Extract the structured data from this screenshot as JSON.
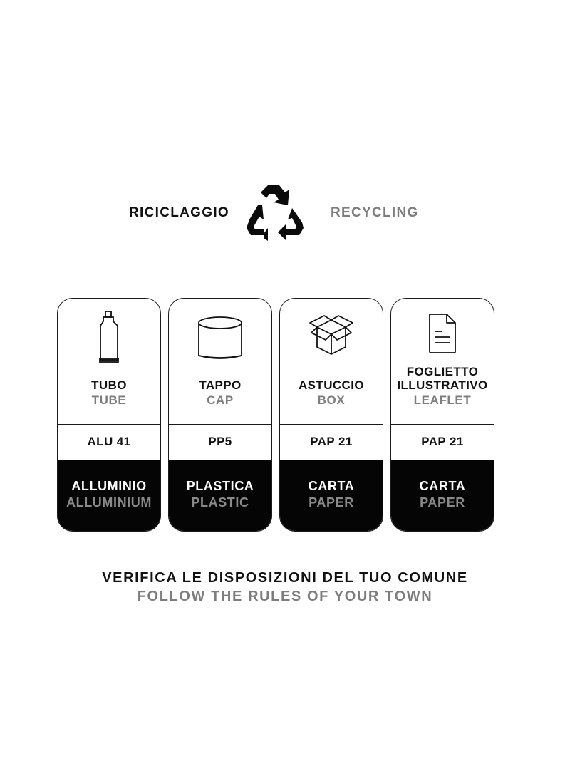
{
  "header": {
    "label_it": "RICICLAGGIO",
    "label_en": "RECYCLING",
    "icon": "recycle-icon"
  },
  "cards": [
    {
      "icon": "tube-icon",
      "name_it": "TUBO",
      "name_en": "TUBE",
      "code": "ALU 41",
      "material_it": "ALLUMINIO",
      "material_en": "ALLUMINIUM"
    },
    {
      "icon": "cap-icon",
      "name_it": "TAPPO",
      "name_en": "CAP",
      "code": "PP5",
      "material_it": "PLASTICA",
      "material_en": "PLASTIC"
    },
    {
      "icon": "box-icon",
      "name_it": "ASTUCCIO",
      "name_en": "BOX",
      "code": "PAP 21",
      "material_it": "CARTA",
      "material_en": "PAPER"
    },
    {
      "icon": "leaflet-icon",
      "name_it": "FOGLIETTO\nILLUSTRATIVO",
      "name_en": "LEAFLET",
      "code": "PAP 21",
      "material_it": "CARTA",
      "material_en": "PAPER"
    }
  ],
  "footer": {
    "line_it": "VERIFICA LE DISPOSIZIONI DEL TUO COMUNE",
    "line_en": "FOLLOW THE RULES OF YOUR TOWN"
  },
  "colors": {
    "text_primary": "#111111",
    "text_secondary": "#7d7d7d",
    "material_band": "#050505"
  }
}
